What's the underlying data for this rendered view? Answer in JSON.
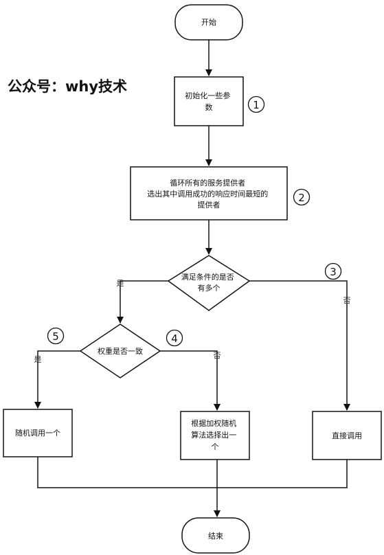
{
  "watermark": "公众号：why技术",
  "nodes": {
    "start": "开始",
    "init": [
      "初始化一些参",
      "数"
    ],
    "loop": [
      "循环所有的服务提供者",
      "选出其中调用成功的响应时间最短的",
      "提供者"
    ],
    "cond1": [
      "满足条件的是否",
      "有多个"
    ],
    "cond2": "权重是否一致",
    "random": "随机调用一个",
    "weighted": [
      "根据加权随机",
      "算法选择出一",
      "个"
    ],
    "direct": "直接调用",
    "end": "结束"
  },
  "edge_labels": {
    "cond1_yes": "是",
    "cond1_no": "否",
    "cond2_yes": "是",
    "cond2_no": "否"
  },
  "step_numbers": [
    "①",
    "②",
    "③",
    "④",
    "⑤"
  ]
}
